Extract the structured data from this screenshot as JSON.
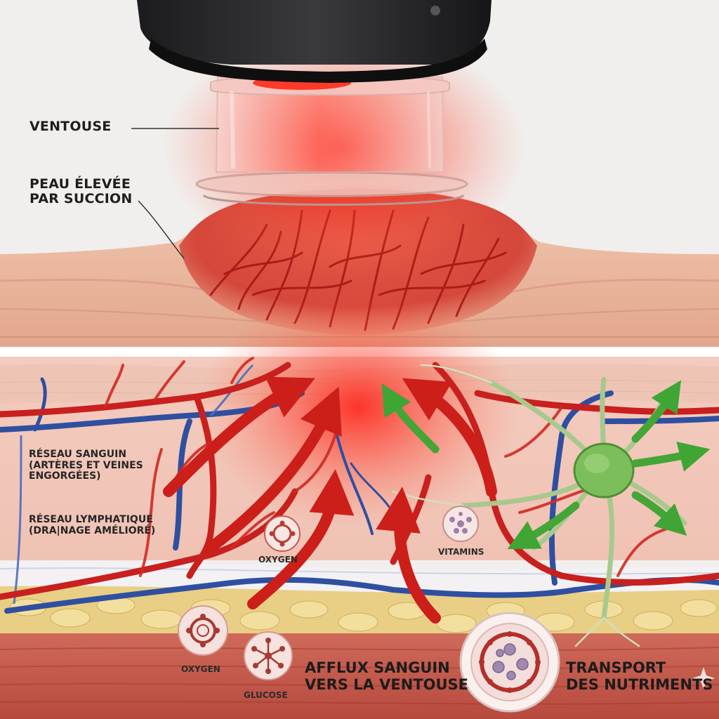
{
  "labels": {
    "ventouse": "VENTOUSE",
    "peau_1": "PEAU ÉLEVÉE",
    "peau_2": "PAR SUCCION",
    "reseau_sanguin_1": "RÉSEAU SANGUIN",
    "reseau_sanguin_2": "(ARTÈRES ET VEINES",
    "reseau_sanguin_3": "ENGORGÉES)",
    "reseau_lymph_1": "RÉSEAU LYMPHATIQUE",
    "reseau_lymph_2": "(DRA|NAGE AMÉLIORÉ)",
    "oxygen_mid": "OXYGEN",
    "vitamins": "VITAMINS",
    "oxygen_bottom": "OXYGEN",
    "glucose": "GLUCOSE",
    "afflux_1": "AFFLUX SANGUIN",
    "afflux_2": "VERS LA VENTOUSE",
    "transport_1": "TRANSPORT",
    "transport_2": "DES NUTRIMENTS"
  },
  "colors": {
    "artery": "#c8201e",
    "vein": "#2f4fa0",
    "lymph": "#4aa63a",
    "skin": "#e9b49c",
    "fat": "#e6cc7e",
    "muscle": "#c65a4c",
    "glow": "#ff2a1e"
  },
  "icons": [
    "suction-cup-device",
    "blood-vessel-network",
    "lymph-node",
    "flow-arrow",
    "molecule-icon",
    "nutrient-cell-icon"
  ]
}
